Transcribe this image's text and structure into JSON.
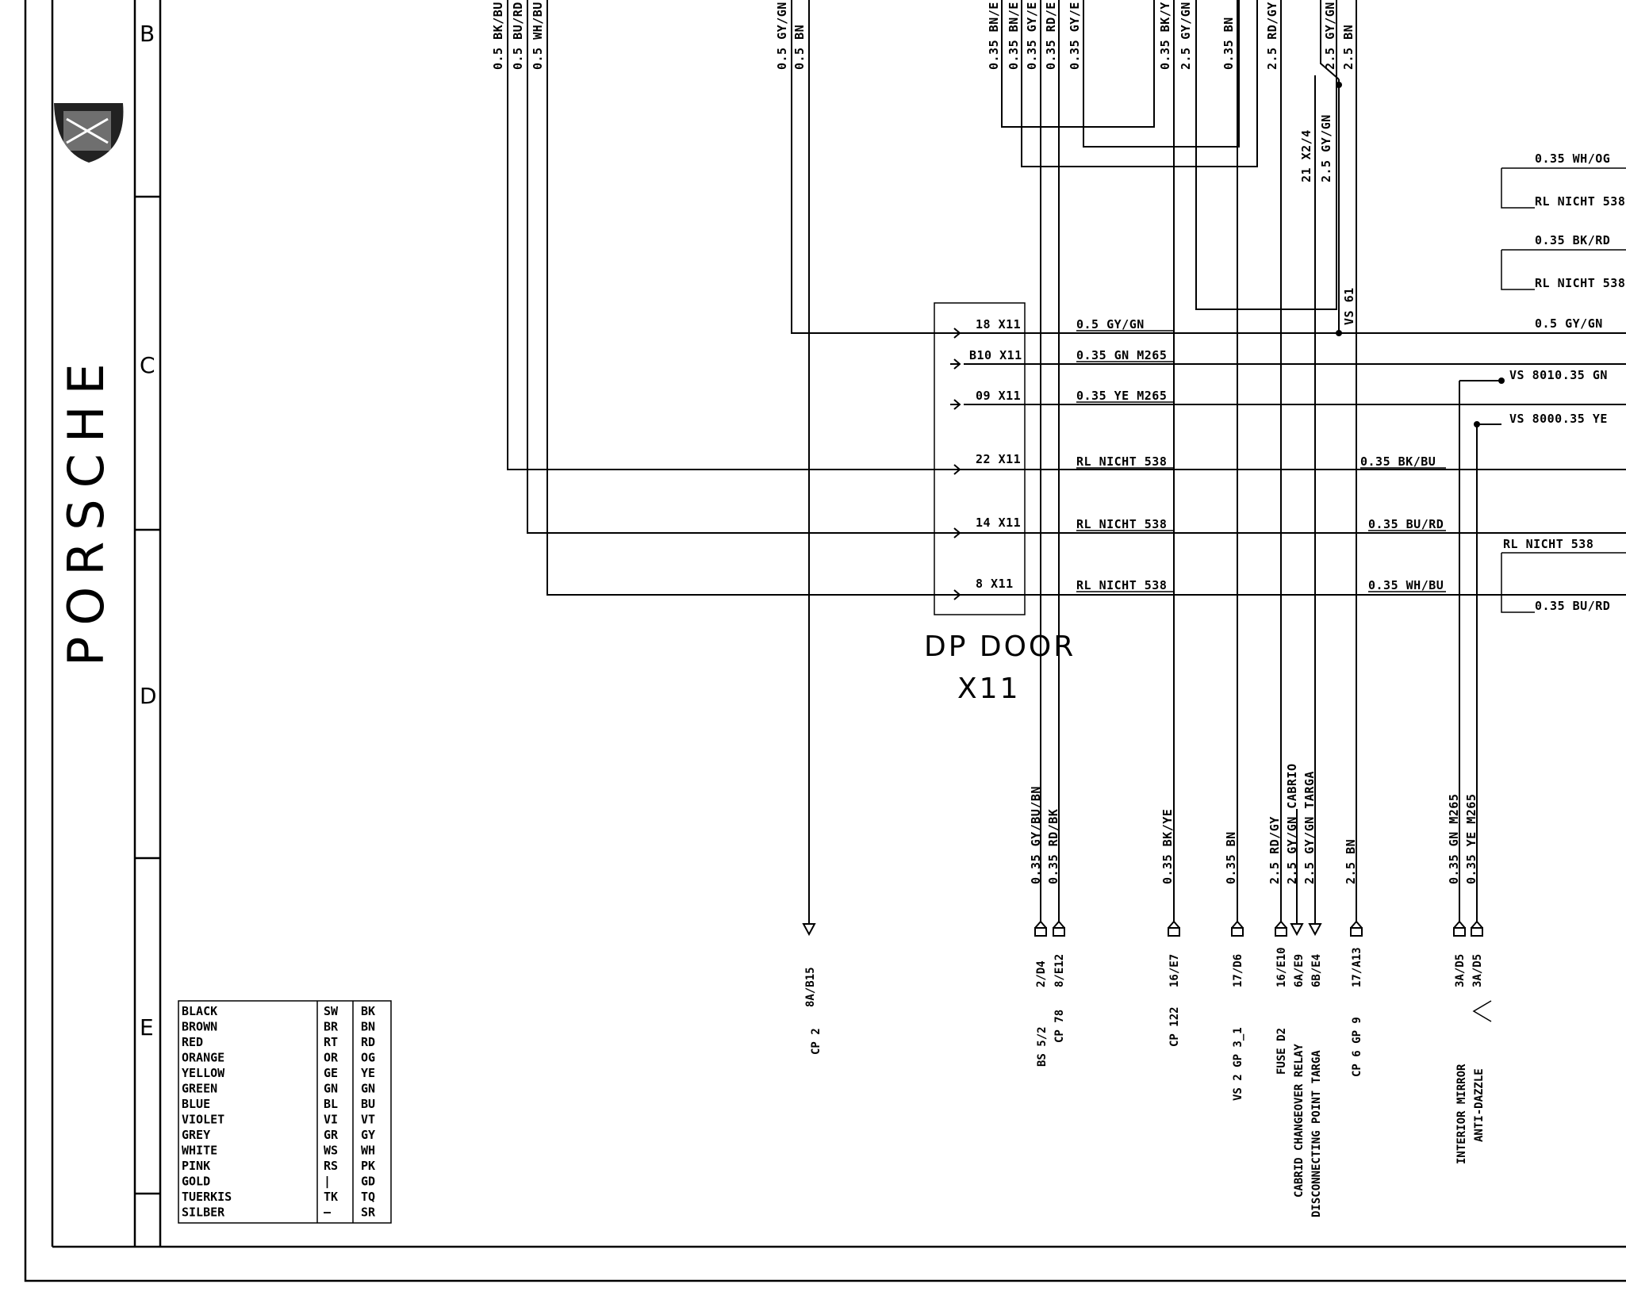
{
  "brand": "PORSCHE",
  "zones": [
    "B",
    "C",
    "D",
    "E"
  ],
  "connector": {
    "title": "DP DOOR",
    "id": "X11"
  },
  "top_wires": [
    "0.5 BK/BU",
    "0.5 BU/RD",
    "0.5 WH/BU",
    "0.5 GY/GN",
    "0.5 BN",
    "0.35 BN/E",
    "0.35 BN/E",
    "0.35 GY/E",
    "0.35 RD/E",
    "0.35 GY/E",
    "0.35 BK/Y",
    "2.5 GY/GN",
    "0.35 BN",
    "2.5 RD/GY",
    "2.5 GY/GN",
    "2.5 BN",
    "21 X2/4",
    "2.5 GY/GN",
    "VS 61"
  ],
  "pins": [
    {
      "pin": "18 X11",
      "wire": "0.5 GY/GN",
      "far": ""
    },
    {
      "pin": "B10 X11",
      "wire": "0.35 GN M265",
      "far": ""
    },
    {
      "pin": "09 X11",
      "wire": "0.35 YE M265",
      "far": ""
    },
    {
      "pin": "22 X11",
      "wire": "RL NICHT 538",
      "far": "0.35 BK/BU"
    },
    {
      "pin": "14 X11",
      "wire": "RL NICHT 538",
      "far": "0.35 BU/RD"
    },
    {
      "pin": "8 X11",
      "wire": "RL NICHT 538",
      "far": "0.35 WH/BU"
    }
  ],
  "right_labels": [
    "0.35 WH/OG",
    "RL NICHT 538",
    "0.35 BK/RD",
    "RL NICHT 538",
    "0.5 GY/GN",
    "VS 8010.35 GN",
    "VS 8000.35 YE",
    "RL NICHT 538",
    "0.35 BU/RD"
  ],
  "bottom_wires": [
    "0.35 GY/BU/BN",
    "0.35 RD/BK",
    "0.35 BK/YE",
    "0.35 BN",
    "2.5 RD/GY",
    "2.5 GY/GN  CABRIO",
    "2.5 GY/GN  TARGA",
    "2.5 BN",
    "0.35 GN   M265",
    "0.35 YE   M265"
  ],
  "terminals": [
    "8A/B15",
    "2/D4",
    "8/E12",
    "16/E7",
    "17/D6",
    "16/E10",
    "6A/E9",
    "6B/E4",
    "17/A13",
    "3A/D5",
    "3A/D5"
  ],
  "destinations": [
    "CP 2",
    "BS 5/2",
    "CP 78",
    "CP 122",
    "VS 2 GP 3_1",
    "FUSE D2",
    "CABRID CHANGEOVER RELAY",
    "DISCONNECTING POINT TARGA",
    "CP 6 GP 9",
    "INTERIOR MIRROR",
    "ANTI-DAZZLE"
  ],
  "legend": [
    {
      "name": "BLACK",
      "de": "SW",
      "en": "BK"
    },
    {
      "name": "BROWN",
      "de": "BR",
      "en": "BN"
    },
    {
      "name": "RED",
      "de": "RT",
      "en": "RD"
    },
    {
      "name": "ORANGE",
      "de": "OR",
      "en": "OG"
    },
    {
      "name": "YELLOW",
      "de": "GE",
      "en": "YE"
    },
    {
      "name": "GREEN",
      "de": "GN",
      "en": "GN"
    },
    {
      "name": "BLUE",
      "de": "BL",
      "en": "BU"
    },
    {
      "name": "VIOLET",
      "de": "VI",
      "en": "VT"
    },
    {
      "name": "GREY",
      "de": "GR",
      "en": "GY"
    },
    {
      "name": "WHITE",
      "de": "WS",
      "en": "WH"
    },
    {
      "name": "PINK",
      "de": "RS",
      "en": "PK"
    },
    {
      "name": "GOLD",
      "de": "|",
      "en": "GD"
    },
    {
      "name": "TUERKIS",
      "de": "TK",
      "en": "TQ"
    },
    {
      "name": "SILBER",
      "de": "—",
      "en": "SR"
    }
  ]
}
